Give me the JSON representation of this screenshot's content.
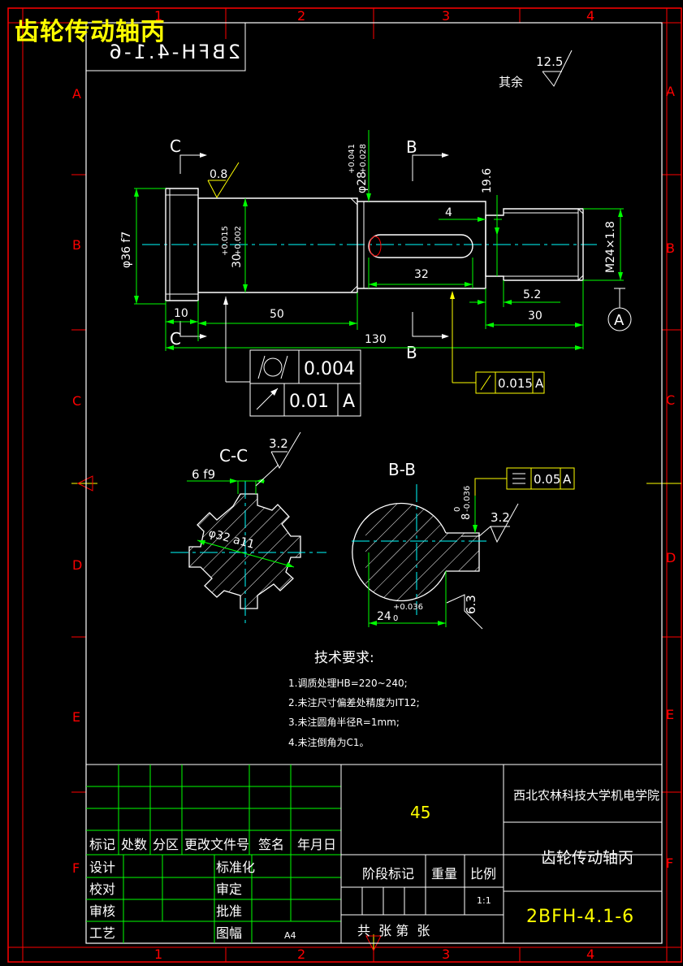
{
  "header": {
    "overlay_title": "齿轮传动轴丙",
    "mirrored_code": "2BFH-4.1-6"
  },
  "frame": {
    "columns": [
      "1",
      "2",
      "3",
      "4"
    ],
    "rows": [
      "A",
      "B",
      "C",
      "D",
      "E",
      "F"
    ]
  },
  "roughness_note": {
    "label": "其余",
    "value": "12.5"
  },
  "main_view": {
    "section_c": "C",
    "section_b": "B",
    "roughness_08": "0.8",
    "dia_36": "φ36 f7",
    "dia_30_base": "30",
    "dia_30_tol_up": "+0.015",
    "dia_30_tol_low": "+0.002",
    "dia_28_base": "φ28",
    "dia_28_tol_up": "+0.041",
    "dia_28_tol_low": "+0.028",
    "dim_196": "19.6",
    "dim_4": "4",
    "dim_32": "32",
    "thread": "M24×1.8",
    "dim_52": "5.2",
    "dim_30": "30",
    "dim_10": "10",
    "dim_50": "50",
    "dim_130": "130",
    "datum_a": "A"
  },
  "tolerances": {
    "cylindricity": "0.004",
    "runout_1": "0.01",
    "runout_1_datum": "A",
    "runout_2": "0.015",
    "runout_2_datum": "A",
    "symmetry": "0.05",
    "symmetry_datum": "A"
  },
  "section_cc": {
    "label": "C-C",
    "width": "6 f9",
    "roughness": "3.2",
    "diameter": "φ32 a11"
  },
  "section_bb": {
    "label": "B-B",
    "depth_base": "8",
    "depth_tol_up": "0",
    "depth_tol_low": "-0.036",
    "roughness_32": "3.2",
    "roughness_63": "6.3",
    "dim_24": "24",
    "dim_24_tol_up": "+0.036",
    "dim_24_tol_low": "0"
  },
  "tech_requirements": {
    "heading": "技术要求:",
    "items": [
      "1.调质处理HB=220~240;",
      "2.未注尺寸偏差处精度为IT12;",
      "3.未注圆角半径R=1mm;",
      "4.未注倒角为C1。"
    ]
  },
  "title_block": {
    "material": "45",
    "school": "西北农林科技大学机电学院",
    "part_name": "齿轮传动轴丙",
    "drawing_no": "2BFH-4.1-6",
    "headers_row": [
      "标记",
      "处数",
      "分区",
      "更改文件号",
      "签名",
      "年月日"
    ],
    "left_labels": [
      "设计",
      "校对",
      "审核",
      "工艺"
    ],
    "mid_labels": [
      "标准化",
      "审定",
      "批准",
      "图幅"
    ],
    "sheet_size": "A4",
    "stage_label": "阶段标记",
    "weight_label": "重量",
    "scale_label": "比例",
    "scale_value": "1:1",
    "sheet_info": "共  张 第  张"
  },
  "colors": {
    "frame": "#ff0000",
    "outline": "#ffffff",
    "dimension": "#00ff00",
    "centerline": "#00ffff",
    "annotation": "#ffff00"
  }
}
